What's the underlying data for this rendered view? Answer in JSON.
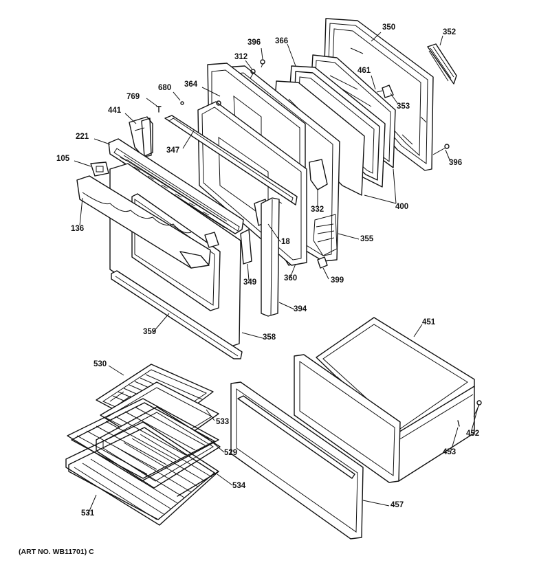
{
  "caption": "(ART NO. WB11701) C",
  "part_labels": {
    "p350": "350",
    "p352": "352",
    "p396a": "396",
    "p366": "366",
    "p312": "312",
    "p461": "461",
    "p364": "364",
    "p680": "680",
    "p769": "769",
    "p353": "353",
    "p441": "441",
    "p221": "221",
    "p347": "347",
    "p396b": "396",
    "p105": "105",
    "p400": "400",
    "p332": "332",
    "p136": "136",
    "p18": "18",
    "p355": "355",
    "p349": "349",
    "p360": "360",
    "p399": "399",
    "p394": "394",
    "p451": "451",
    "p359": "359",
    "p358": "358",
    "p530": "530",
    "p533": "533",
    "p452": "452",
    "p529": "529",
    "p453": "453",
    "p534": "534",
    "p457": "457",
    "p531": "531"
  }
}
